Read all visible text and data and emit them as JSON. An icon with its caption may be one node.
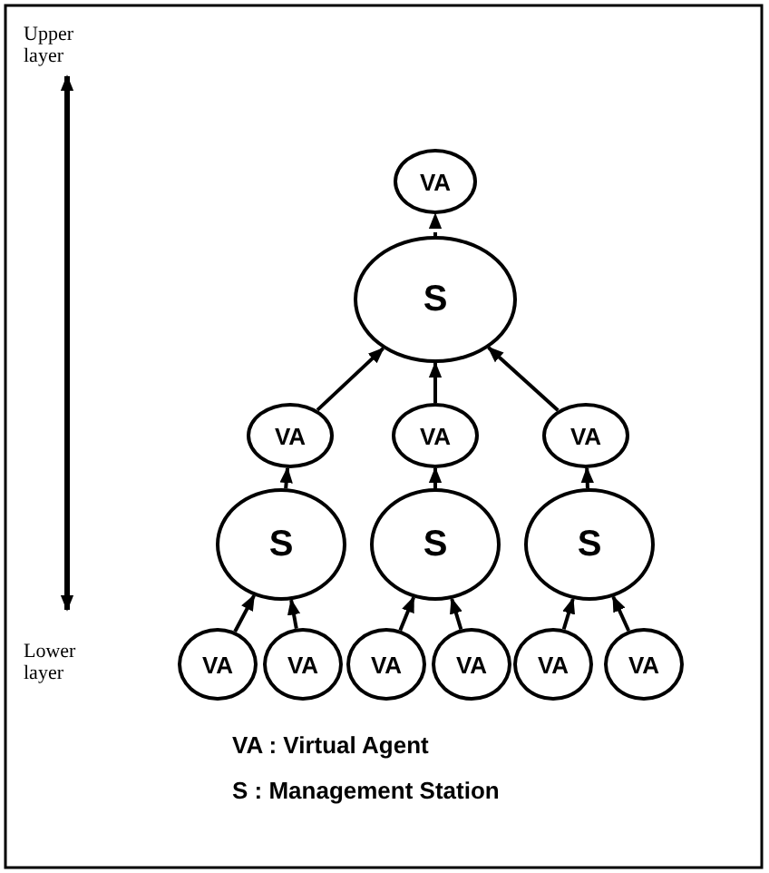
{
  "diagram": {
    "nodes": [
      {
        "text": [
          "VA"
        ]
      },
      {
        "text": [
          "S"
        ]
      },
      {
        "text": [
          "VA"
        ]
      },
      {
        "text": [
          "VA"
        ]
      },
      {
        "text": [
          "VA"
        ]
      },
      {
        "text": [
          "S"
        ]
      },
      {
        "text": [
          "S"
        ]
      },
      {
        "text": [
          "S"
        ]
      },
      {
        "text": [
          "VA"
        ]
      },
      {
        "text": [
          "VA"
        ]
      },
      {
        "text": [
          "VA"
        ]
      },
      {
        "text": [
          "VA"
        ]
      },
      {
        "text": [
          "VA"
        ]
      },
      {
        "text": [
          "VA"
        ]
      }
    ],
    "edges": [
      {
        "from": 1,
        "to": 0,
        "arrow": "to",
        "style": "dashed"
      },
      {
        "from": 2,
        "to": 1,
        "arrow": "to"
      },
      {
        "from": 3,
        "to": 1,
        "arrow": "to"
      },
      {
        "from": 4,
        "to": 1,
        "arrow": "to"
      },
      {
        "from": 5,
        "to": 2,
        "arrow": "to"
      },
      {
        "from": 6,
        "to": 3,
        "arrow": "to"
      },
      {
        "from": 7,
        "to": 4,
        "arrow": "to"
      },
      {
        "from": 8,
        "to": 5,
        "arrow": "to"
      },
      {
        "from": 9,
        "to": 5,
        "arrow": "to"
      },
      {
        "from": 10,
        "to": 6,
        "arrow": "to"
      },
      {
        "from": 11,
        "to": 6,
        "arrow": "to"
      },
      {
        "from": 12,
        "to": 7,
        "arrow": "to"
      },
      {
        "from": 13,
        "to": 7,
        "arrow": "to"
      }
    ],
    "labels": [
      "Upper layer",
      "Lower layer",
      "VA : Virtual Agent",
      "S : Management Station"
    ]
  }
}
